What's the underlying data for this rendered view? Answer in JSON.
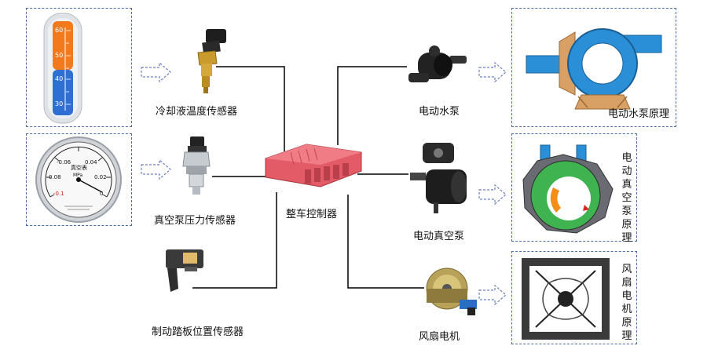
{
  "controller": {
    "label": "整车控制器"
  },
  "sensors": [
    {
      "label": "冷却液温度传感器",
      "icon": "coolant-temperature-sensor-icon"
    },
    {
      "label": "真空泵压力传感器",
      "icon": "vacuum-pressure-sensor-icon"
    },
    {
      "label": "制动踏板位置传感器",
      "icon": "brake-pedal-position-sensor-icon"
    }
  ],
  "actuators": [
    {
      "label": "电动水泵",
      "icon": "electric-water-pump-icon"
    },
    {
      "label": "电动真空泵",
      "icon": "electric-vacuum-pump-icon"
    },
    {
      "label": "风扇电机",
      "icon": "fan-motor-icon"
    }
  ],
  "principles": [
    {
      "label": "电动水泵原理",
      "icon": "water-pump-principle-icon"
    },
    {
      "label": "电动真空泵原理",
      "icon": "vacuum-pump-principle-icon"
    },
    {
      "label": "风扇电机原理",
      "icon": "fan-motor-principle-icon"
    }
  ],
  "thermometer": {
    "ticks": [
      "60",
      "50",
      "40",
      "30"
    ]
  },
  "gauge": {
    "title": "真空表",
    "unit": "MPa",
    "ticks": [
      "-0.06",
      "0.04",
      "0.08",
      "0.02",
      "-0.1",
      "0"
    ]
  },
  "colors": {
    "dashed_border": "#4a6fa5",
    "connector_line": "#000000",
    "arrow": "#6b7fc7",
    "controller": "#d9535f",
    "pipe": "#2b8fd8"
  }
}
